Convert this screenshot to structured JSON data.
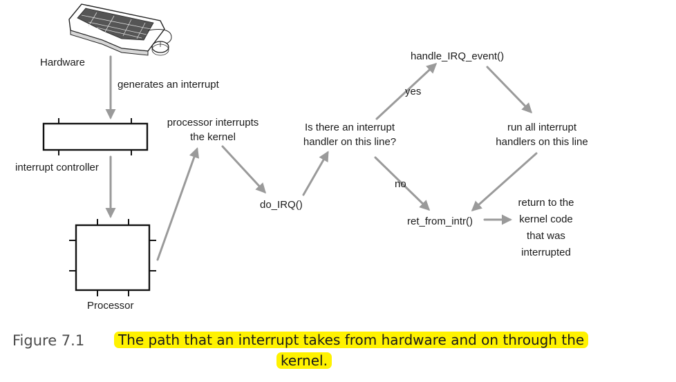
{
  "nodes": {
    "hardware": "Hardware",
    "interrupt_controller": "interrupt controller",
    "processor": "Processor",
    "processor_interrupts": [
      "processor interrupts",
      "the kernel"
    ],
    "do_irq": "do_IRQ()",
    "question": [
      "Is there an interrupt",
      "handler on this line?"
    ],
    "handle_irq_event": "handle_IRQ_event()",
    "run_all": [
      "run all interrupt",
      "handlers on this line"
    ],
    "ret_from_intr": "ret_from_intr()",
    "return_to": [
      "return to  the",
      "kernel code",
      "that was",
      "interrupted"
    ]
  },
  "edges": {
    "generates": "generates an interrupt",
    "yes": "yes",
    "no": "no"
  },
  "caption": {
    "number": "Figure 7.1",
    "line1": "The path that an interrupt takes from hardware and on through the",
    "line2": "kernel."
  },
  "colors": {
    "arrow": "#9a9a9a",
    "highlight": "#fff200",
    "text": "#1a1a1a"
  }
}
